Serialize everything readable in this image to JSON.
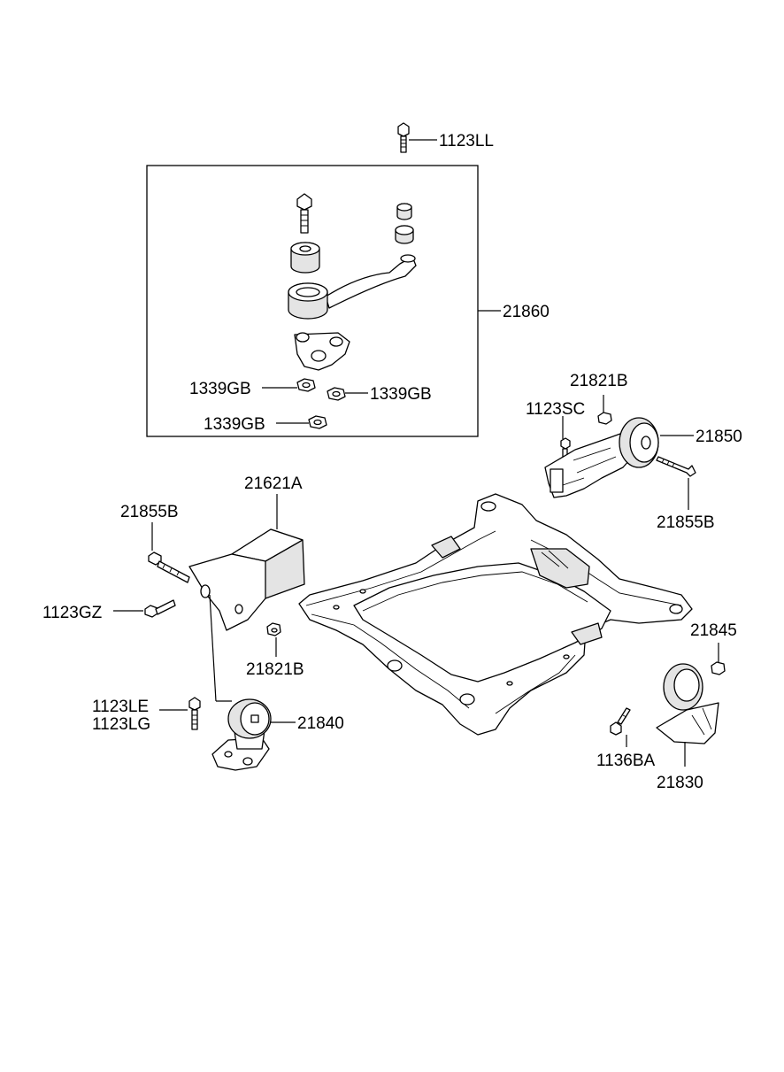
{
  "callouts": {
    "c_1123LL": "1123LL",
    "c_21860": "21860",
    "c_1339GB_a": "1339GB",
    "c_1339GB_b": "1339GB",
    "c_1339GB_c": "1339GB",
    "c_21821B_top": "21821B",
    "c_1123SC": "1123SC",
    "c_21850": "21850",
    "c_21855B_right": "21855B",
    "c_21621A": "21621A",
    "c_21855B_left": "21855B",
    "c_1123GZ": "1123GZ",
    "c_21821B_mid": "21821B",
    "c_21845": "21845",
    "c_1123LE": "1123LE",
    "c_1123LG": "1123LG",
    "c_21840": "21840",
    "c_1136BA": "1136BA",
    "c_21830": "21830"
  },
  "colors": {
    "line": "#000000",
    "background": "#ffffff",
    "shade": "#e4e4e4"
  }
}
